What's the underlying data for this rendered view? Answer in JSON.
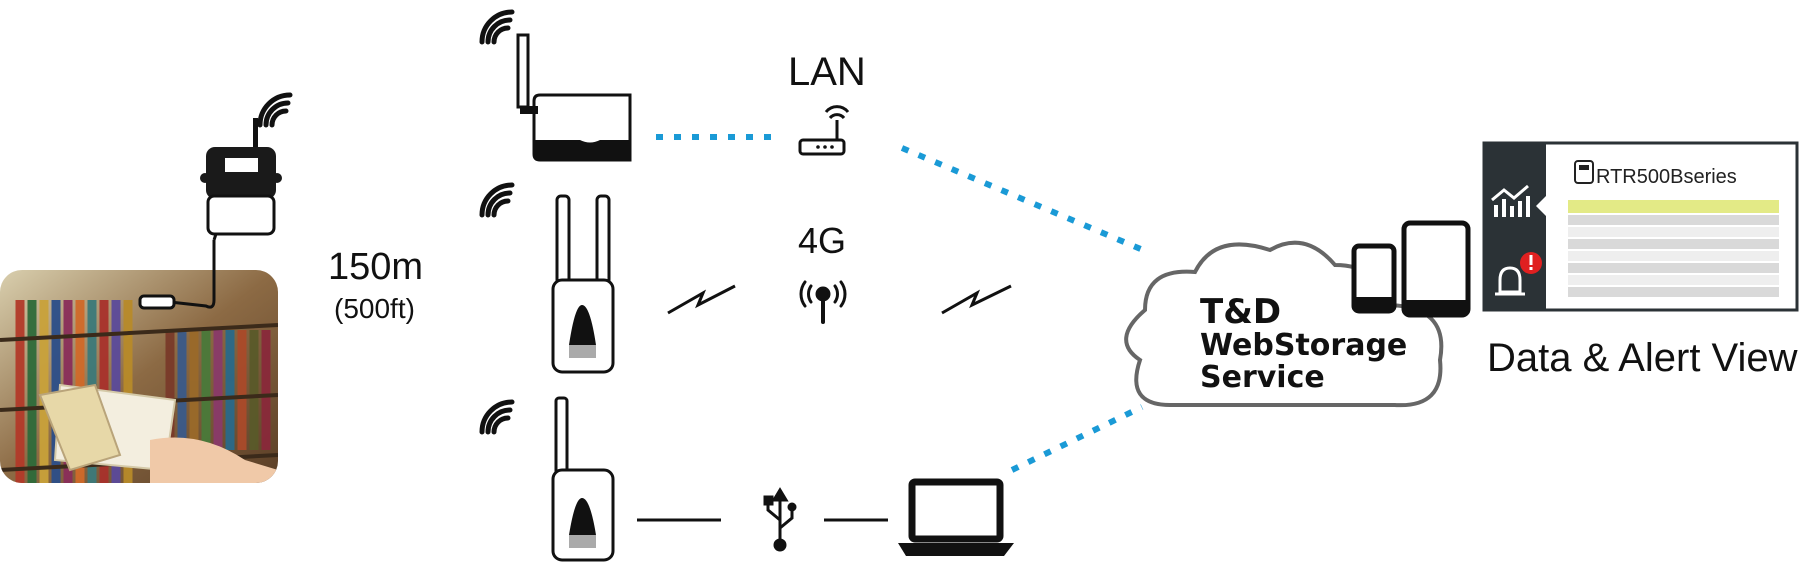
{
  "range": {
    "meters": "150m",
    "feet": "(500ft)"
  },
  "connections": {
    "lan": "LAN",
    "cellular": "4G"
  },
  "cloud": {
    "line1": "T&D",
    "line2": "WebStorage",
    "line3": "Service"
  },
  "view_panel": {
    "device_name": "RTR500Bseries",
    "caption": "Data & Alert View"
  },
  "colors": {
    "link_dots": "#1a9ad6",
    "panel_dark": "#2b3236",
    "highlight_row": "#e3ea86",
    "alert": "#e02020"
  }
}
